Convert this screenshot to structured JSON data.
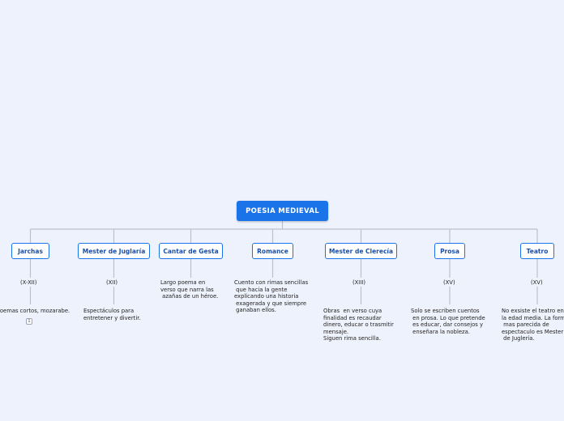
{
  "root": {
    "title": "POESIA MEDIEVAL"
  },
  "topics": [
    {
      "label": "Jarchas",
      "period": "(X-XII)",
      "desc": "Poemas cortos, mozarabe.",
      "badge": "1"
    },
    {
      "label": "Mester de Juglaría",
      "period": "(XII)",
      "desc": "Espectáculos para\nentretener y divertir."
    },
    {
      "label": "Cantar de Gesta",
      "desc": "Largo poema en\nverso que narra las\n azañas de un héroe."
    },
    {
      "label": "Romance",
      "desc": "Cuento con rimas sencillas\n que hacia la gente\nexplicando una historia\n exagerada y que siempre\n ganaban ellos."
    },
    {
      "label": "Mester de Clerecía",
      "period": "(XIII)",
      "desc": "Obras  en verso cuya\nfinalidad es recaudar\ndinero, educar o trasmitir\nmensaje.\nSiguen rima sencilla."
    },
    {
      "label": "Prosa",
      "period": "(XV)",
      "desc": "Solo se escriben cuentos\n en prosa. Lo que pretende\n es educar, dar consejos y\n enseñara la nobleza."
    },
    {
      "label": "Teatro",
      "period": "(XV)",
      "desc": "No exsiste el teatro en\nla edad media. La forma\n mas parecida de\nespectaculo es Mester\n de Juglería."
    }
  ],
  "colors": {
    "background": "#eef2fc",
    "root_fill": "#1a73e8",
    "topic_border": "#1a73e8",
    "connector": "#b9c1cf"
  }
}
